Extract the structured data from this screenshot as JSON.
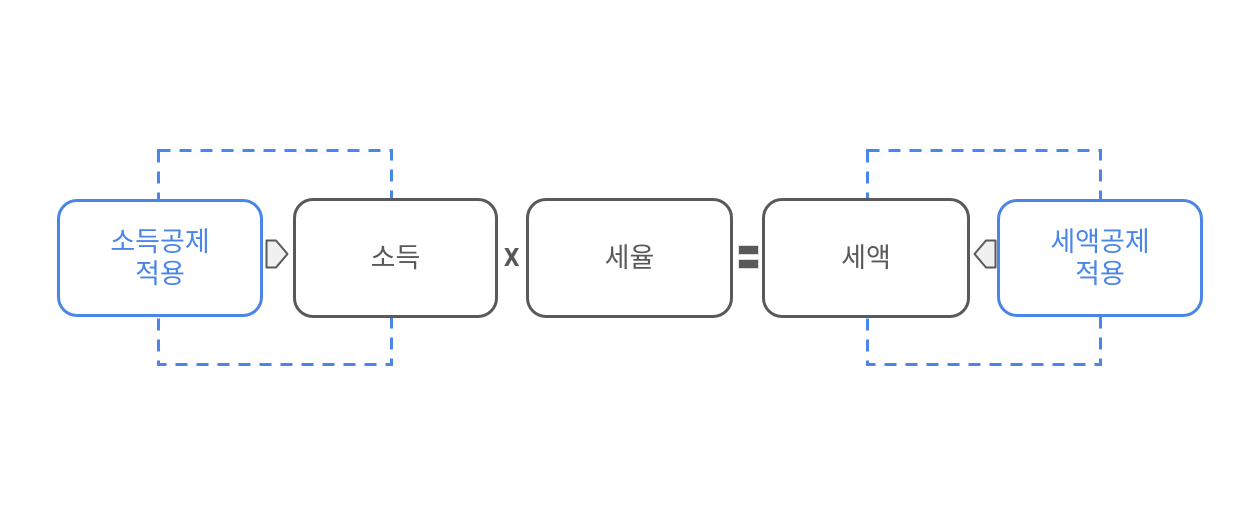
{
  "diagram": {
    "colors": {
      "accent_blue": "#4a86e8",
      "shape_gray": "#595959",
      "arrow_fill": "#f0f0f0",
      "background": "#ffffff"
    },
    "boxes": [
      {
        "name": "income-deduction",
        "variant": "blue",
        "lines": [
          "소득공제",
          "적용"
        ]
      },
      {
        "name": "income",
        "variant": "gray",
        "lines": [
          "소득"
        ]
      },
      {
        "name": "tax-rate",
        "variant": "gray",
        "lines": [
          "세율"
        ]
      },
      {
        "name": "tax-amount",
        "variant": "gray",
        "lines": [
          "세액"
        ]
      },
      {
        "name": "tax-credit",
        "variant": "blue",
        "lines": [
          "세액공제",
          "적용"
        ]
      }
    ],
    "operators": {
      "multiply": "X",
      "equals": "="
    },
    "icons": {
      "forward_arrow": "right-arrow-icon",
      "backward_arrow": "left-arrow-icon"
    }
  }
}
